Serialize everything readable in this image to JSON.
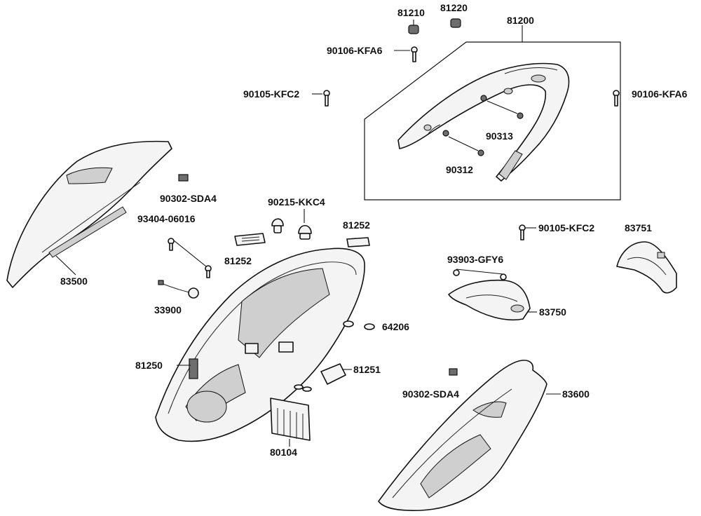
{
  "diagram": {
    "labels": {
      "p81210": "81210",
      "p81220": "81220",
      "p81200": "81200",
      "p90106a": "90106-KFA6",
      "p90105a": "90105-KFC2",
      "p90106b": "90106-KFA6",
      "p90313": "90313",
      "p90312": "90312",
      "p90302a": "90302-SDA4",
      "p90215": "90215-KKC4",
      "p93404": "93404-06016",
      "p81252a": "81252",
      "p81252b": "81252",
      "p90105b": "90105-KFC2",
      "p83751": "83751",
      "p83500": "83500",
      "p93903": "93903-GFY6",
      "p33900": "33900",
      "p83750": "83750",
      "p64206": "64206",
      "p81250": "81250",
      "p81251": "81251",
      "p90302b": "90302-SDA4",
      "p83600": "83600",
      "p80104": "80104"
    }
  }
}
